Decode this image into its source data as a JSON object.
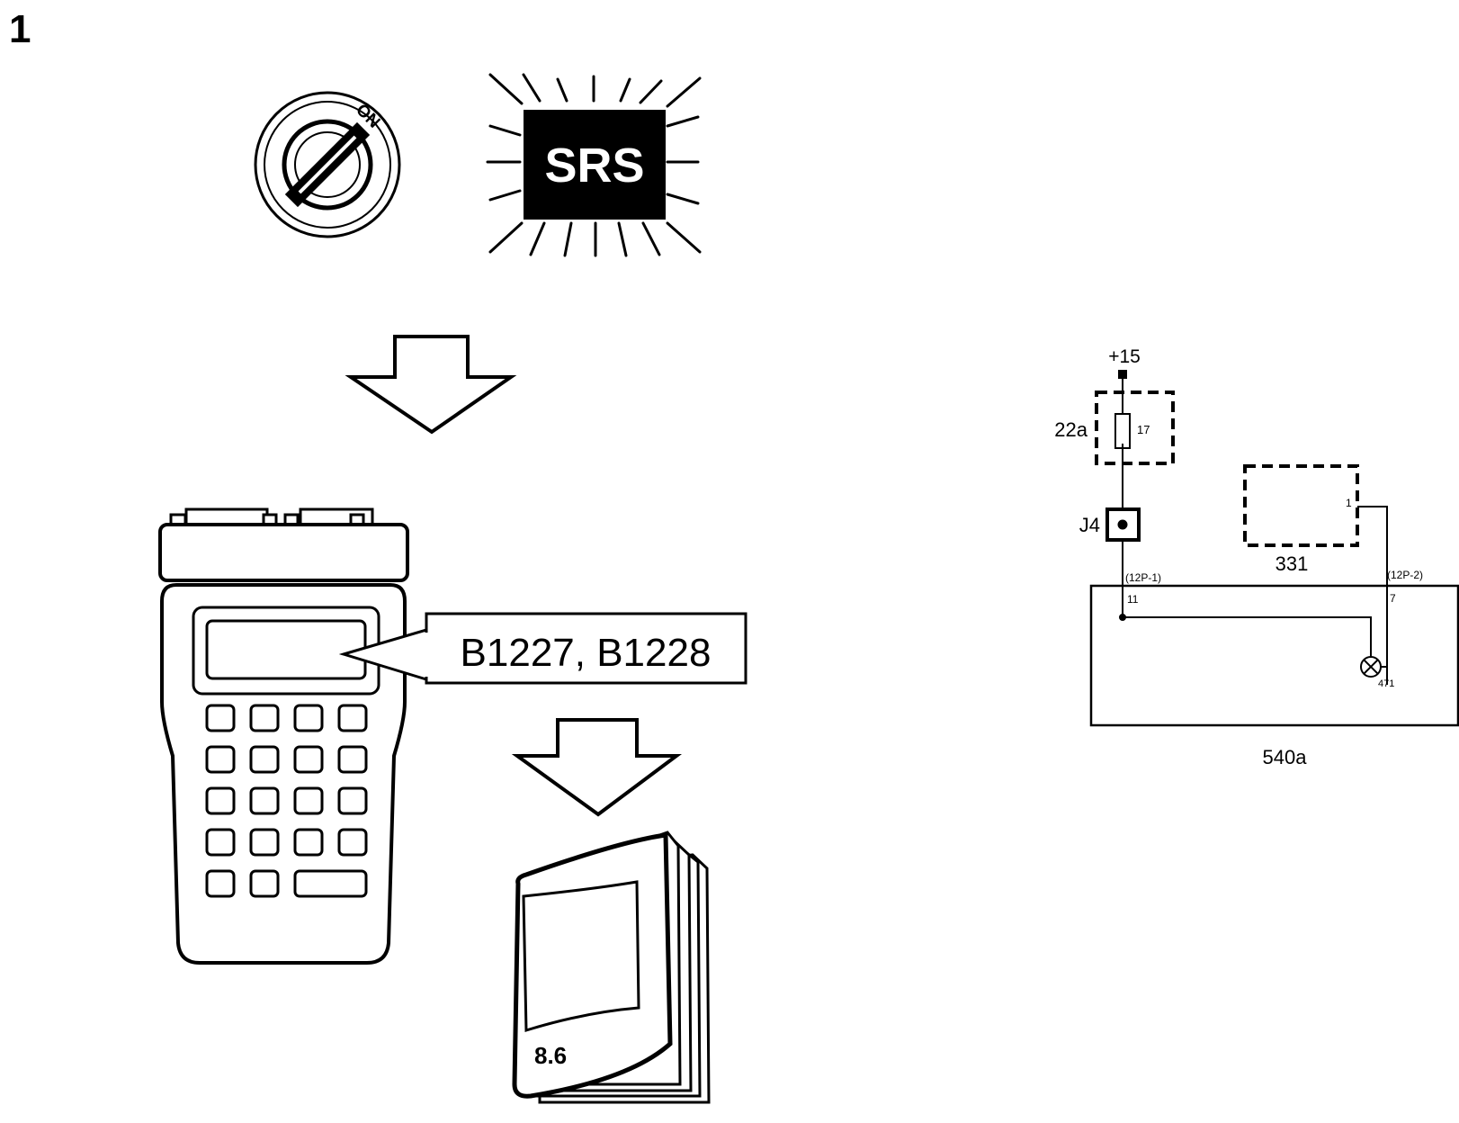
{
  "step_number": "1",
  "ignition": {
    "key_label": "ON"
  },
  "warning_lamp": {
    "label": "SRS"
  },
  "tester": {
    "fault_codes": "B1227, B1228"
  },
  "manual": {
    "section": "8.6"
  },
  "wiring": {
    "supply": "+15",
    "fuse_box": "22a",
    "fuse_number": "17",
    "junction": "J4",
    "module": "331",
    "module_pin": "1",
    "connector_left": "(12P-1)",
    "connector_right": "(12P-2)",
    "pin_left": "11",
    "pin_right": "7",
    "lamp": "471",
    "unit": "540a"
  },
  "colors": {
    "ink": "#000000",
    "paper": "#ffffff"
  }
}
